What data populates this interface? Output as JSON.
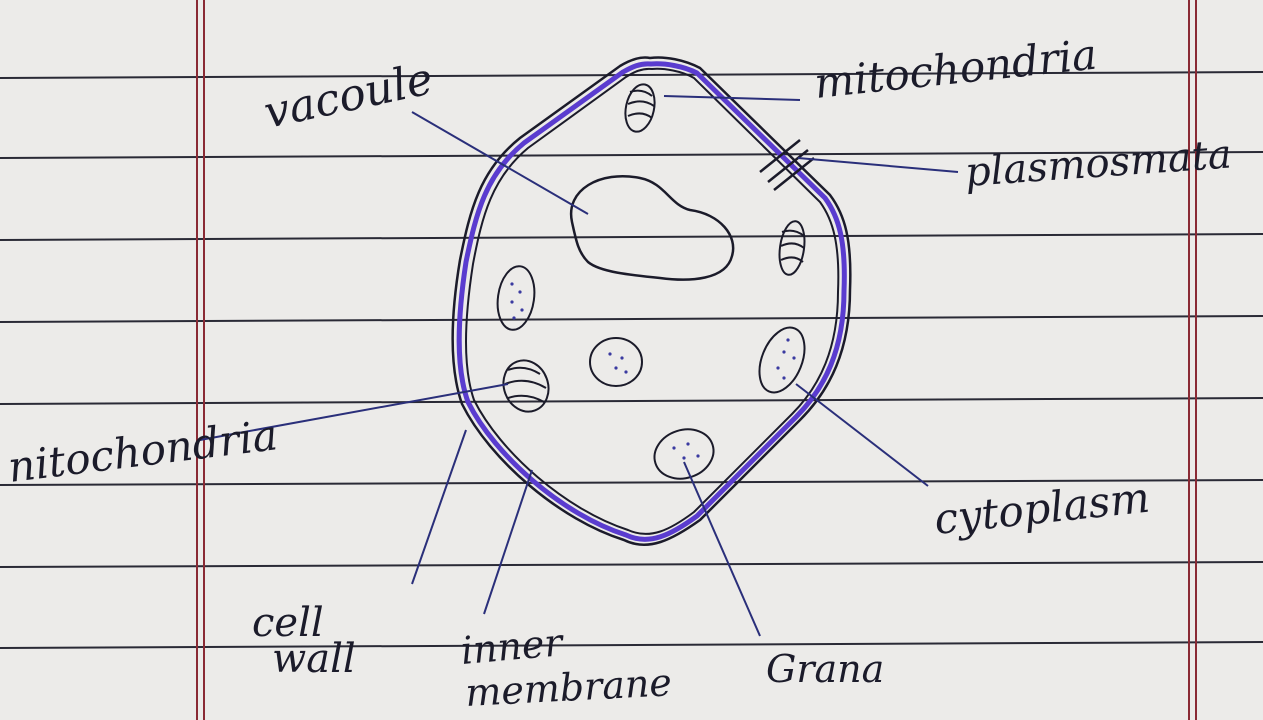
{
  "diagram": {
    "labels": {
      "vacuole": "vacoule",
      "mitochondria_top": "mitochondria",
      "plasmodesmata": "plasmosmata",
      "mitochondria_left": "nitochondria",
      "cytoplasm": "cytoplasm",
      "cell_wall_line1": "cell",
      "cell_wall_line2": "wall",
      "inner_membrane_line1": "inner",
      "inner_membrane_line2": "membrane",
      "grana": "Grana"
    },
    "colors": {
      "paper": "#ecebe9",
      "ruled_line": "#2a2a36",
      "margin_line": "#8a2a34",
      "membrane": "#5a3ccf",
      "ink": "#1b1b2a",
      "pointer": "#2a2f7a"
    }
  }
}
